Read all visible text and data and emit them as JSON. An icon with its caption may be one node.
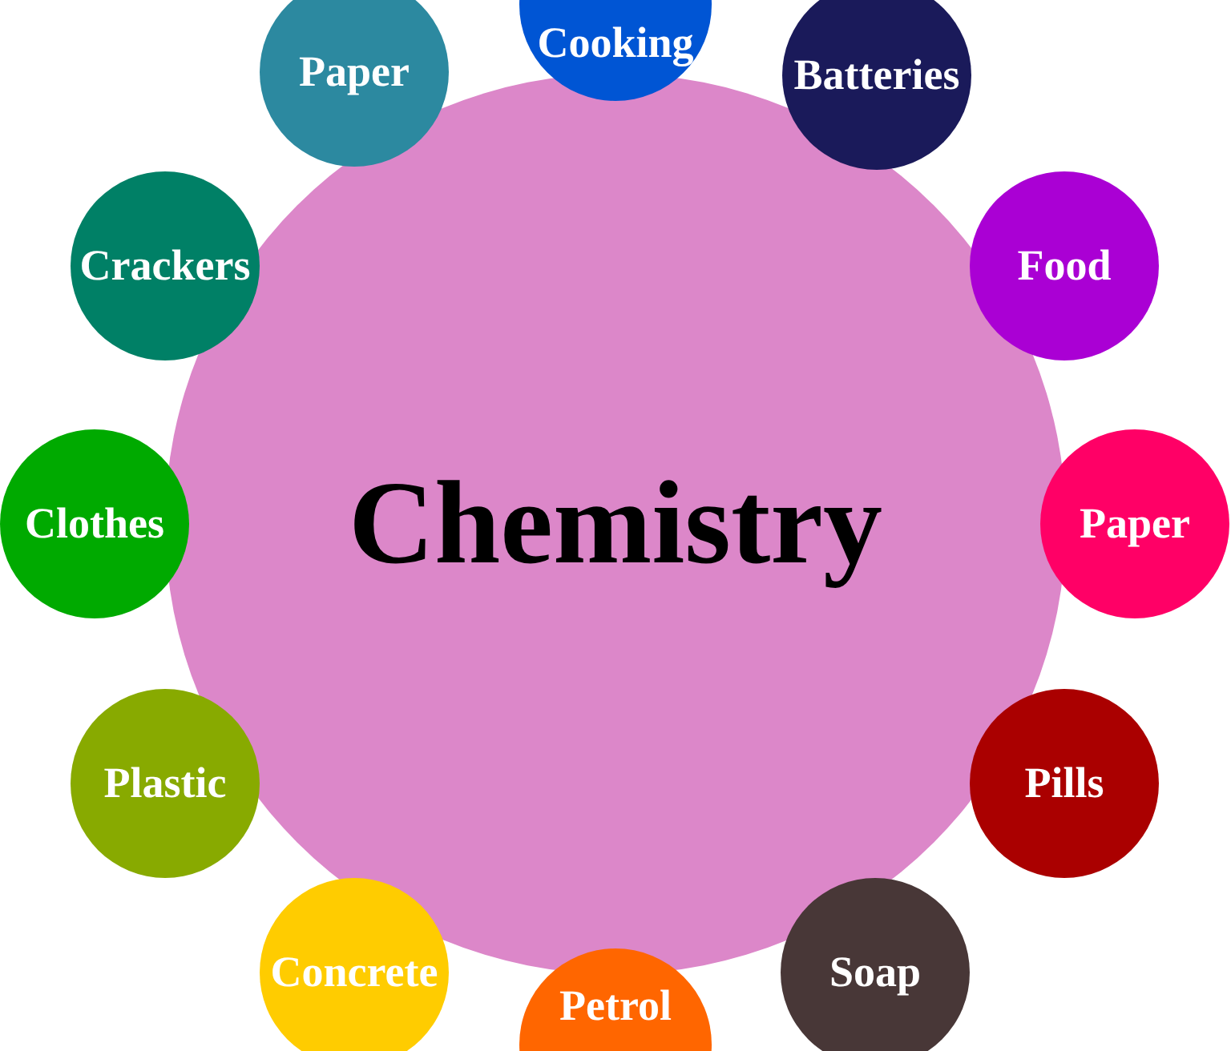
{
  "diagram": {
    "nodes": [
      {
        "text": [
          "Chemistry"
        ]
      },
      {
        "text": [
          "Cooking"
        ]
      },
      {
        "text": [
          "Batteries"
        ]
      },
      {
        "text": [
          "Food"
        ]
      },
      {
        "text": [
          "Paper"
        ]
      },
      {
        "text": [
          "Pills"
        ]
      },
      {
        "text": [
          "Soap"
        ]
      },
      {
        "text": [
          "Petrol"
        ]
      },
      {
        "text": [
          "Concrete"
        ]
      },
      {
        "text": [
          "Plastic"
        ]
      },
      {
        "text": [
          "Clothes"
        ]
      },
      {
        "text": [
          "Crackers"
        ]
      },
      {
        "text": [
          "Paper"
        ]
      }
    ]
  }
}
